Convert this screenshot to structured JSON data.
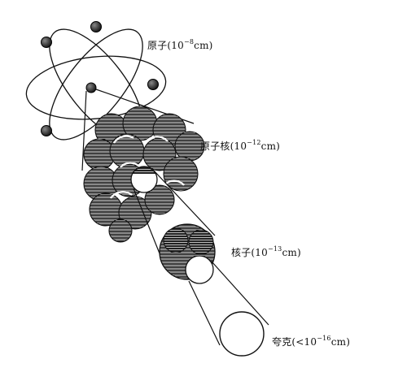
{
  "labels": {
    "atom": {
      "name": "原子",
      "open": "(",
      "base": "10",
      "exp": "−8",
      "unit": "cm)"
    },
    "nucleus": {
      "name": "原子核",
      "open": "(",
      "base": "10",
      "exp": "−12",
      "unit": "cm)"
    },
    "nucleon": {
      "name": "核子",
      "open": "(",
      "base": "10",
      "exp": "−13",
      "unit": "cm)"
    },
    "quark": {
      "name": "夸克",
      "open": "(<",
      "base": "10",
      "exp": "−16",
      "unit": "cm)"
    }
  },
  "colors": {
    "ink": "#111111",
    "paper": "#ffffff"
  }
}
